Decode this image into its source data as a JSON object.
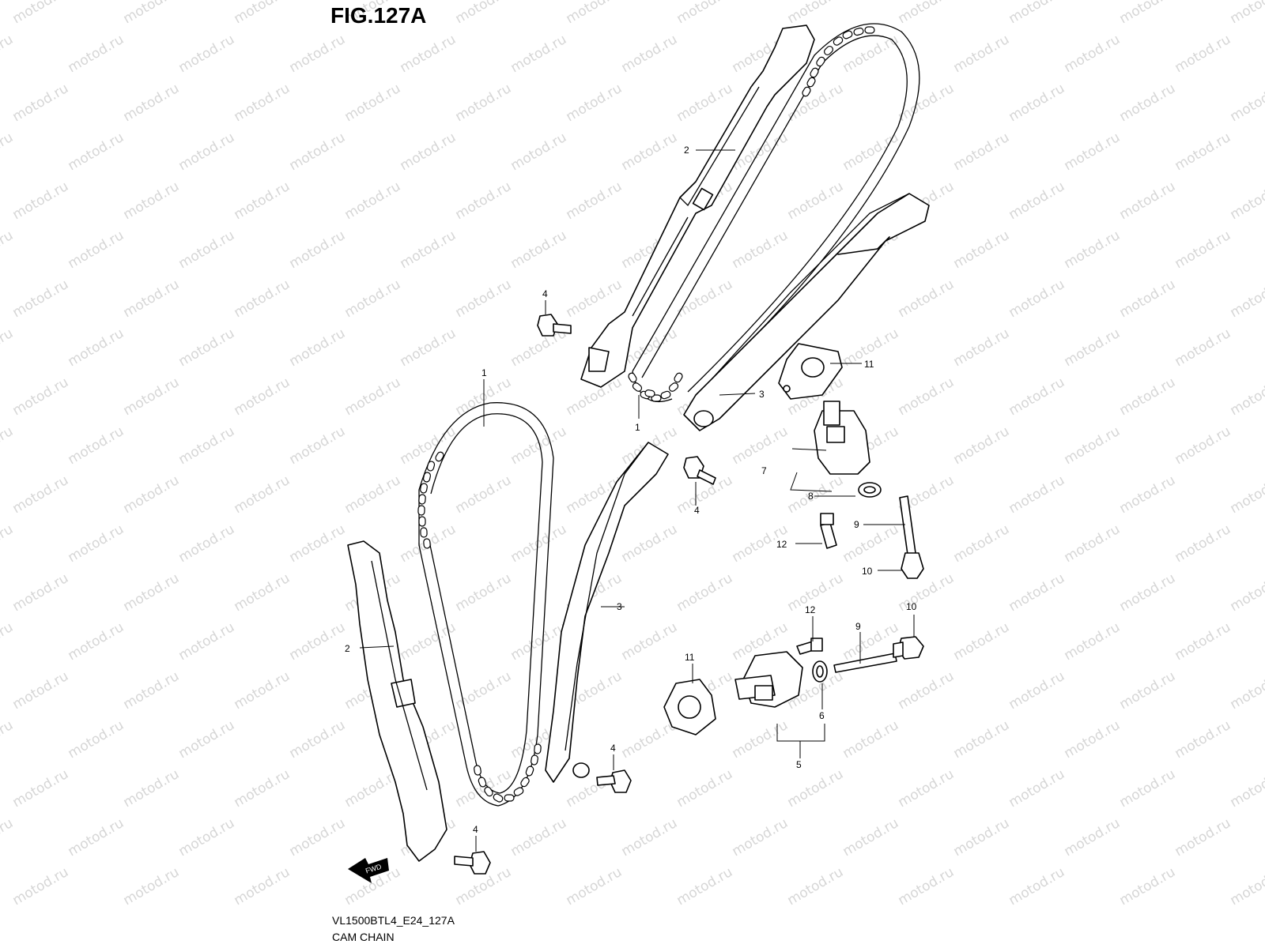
{
  "figure": {
    "title": "FIG.127A",
    "model_code": "VL1500BTL4_E24_127A",
    "section_name": "CAM CHAIN",
    "fwd_label": "FWD",
    "watermark": "motod.ru"
  },
  "callouts": [
    {
      "id": "c2-top",
      "label": "2"
    },
    {
      "id": "c4-top",
      "label": "4"
    },
    {
      "id": "c1-top",
      "label": "1"
    },
    {
      "id": "c1-mid",
      "label": "1"
    },
    {
      "id": "c3-top",
      "label": "3"
    },
    {
      "id": "c11-top",
      "label": "11"
    },
    {
      "id": "c7",
      "label": "7"
    },
    {
      "id": "c8",
      "label": "8"
    },
    {
      "id": "c4-mid",
      "label": "4"
    },
    {
      "id": "c9-top",
      "label": "9"
    },
    {
      "id": "c12-top",
      "label": "12"
    },
    {
      "id": "c10-top",
      "label": "10"
    },
    {
      "id": "c2-low",
      "label": "2"
    },
    {
      "id": "c3-low",
      "label": "3"
    },
    {
      "id": "c12-low",
      "label": "12"
    },
    {
      "id": "c9-low",
      "label": "9"
    },
    {
      "id": "c10-low",
      "label": "10"
    },
    {
      "id": "c11-low",
      "label": "11"
    },
    {
      "id": "c6",
      "label": "6"
    },
    {
      "id": "c5",
      "label": "5"
    },
    {
      "id": "c4-low",
      "label": "4"
    },
    {
      "id": "c4-bot",
      "label": "4"
    }
  ]
}
